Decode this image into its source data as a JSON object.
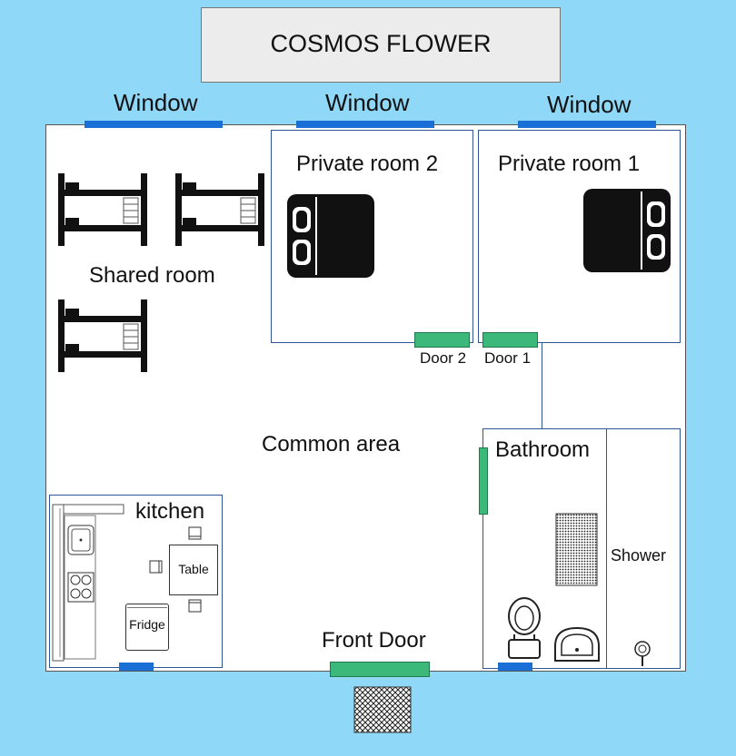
{
  "title": "COSMOS FLOWER",
  "windows": [
    "Window",
    "Window",
    "Window"
  ],
  "rooms": {
    "private_room_2": "Private room 2",
    "private_room_1": "Private room 1",
    "shared_room": "Shared room",
    "common_area": "Common area",
    "bathroom": "Bathroom",
    "shower": "Shower",
    "kitchen": "kitchen"
  },
  "doors": {
    "door_2": "Door 2",
    "door_1": "Door 1",
    "front_door": "Front Door"
  },
  "furniture": {
    "table": "Table",
    "fridge": "Fridge"
  },
  "colors": {
    "background": "#8fd8f8",
    "window": "#1a6fd6",
    "door": "#3cb97a",
    "wall": "#2f5597"
  },
  "icons": [
    "bunk-bed-icon",
    "double-bed-icon",
    "toilet-icon",
    "sink-icon",
    "shower-head-icon",
    "stove-icon",
    "chair-icon",
    "doormat-icon",
    "bath-mat-icon"
  ]
}
